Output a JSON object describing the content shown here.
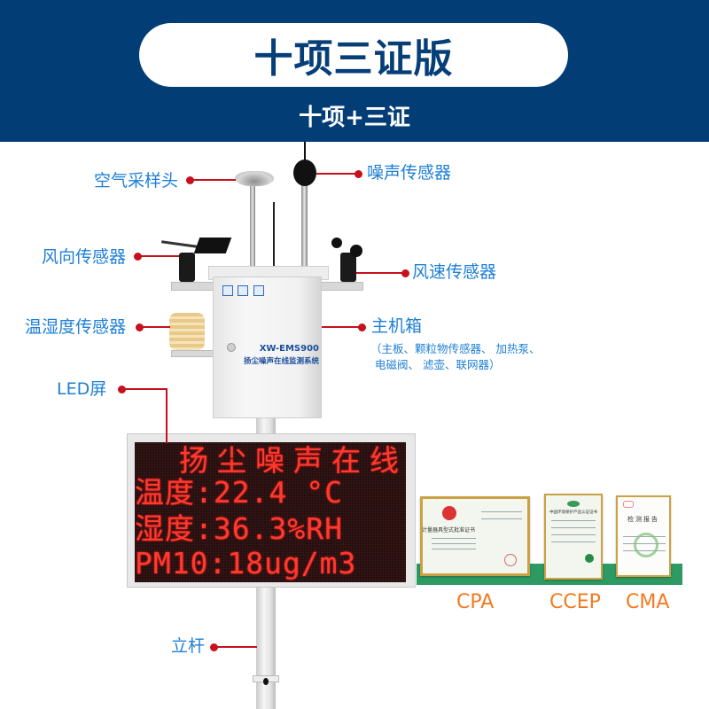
{
  "header": {
    "title": "十项三证版",
    "subtitle": "十项+三证"
  },
  "callouts": {
    "air_sampler": "空气采样头",
    "noise_sensor": "噪声传感器",
    "wind_direction": "风向传感器",
    "wind_speed": "风速传感器",
    "temp_humidity": "温湿度传感器",
    "main_box": "主机箱",
    "main_box_detail_1": "（主板、颗粒物传感器、 加热泵、",
    "main_box_detail_2": "电磁阀、 滤壶、联网器）",
    "led_screen": "LED屏",
    "pole": "立杆"
  },
  "device": {
    "model": "XW-EMS900",
    "name": "扬尘噪声在线监测系统"
  },
  "led_display": {
    "line1": "扬尘噪声在线",
    "line2": "温度:22.4 °C",
    "line3": "湿度:36.3%RH",
    "line4": "PM10:18ug/m3"
  },
  "certificates": [
    {
      "label": "CPA",
      "doc_title": "计量器具型式批准证书"
    },
    {
      "label": "CCEP",
      "doc_title": "中国环境保护产品认证证书"
    },
    {
      "label": "CMA",
      "doc_title": "检测报告"
    }
  ],
  "colors": {
    "header_bg": "#033d75",
    "callout_text": "#1e7fd6",
    "callout_line": "#c8101d",
    "led_text": "#ff3a2e",
    "cert_label": "#f47a20",
    "cert_band": "#2e9a63"
  }
}
